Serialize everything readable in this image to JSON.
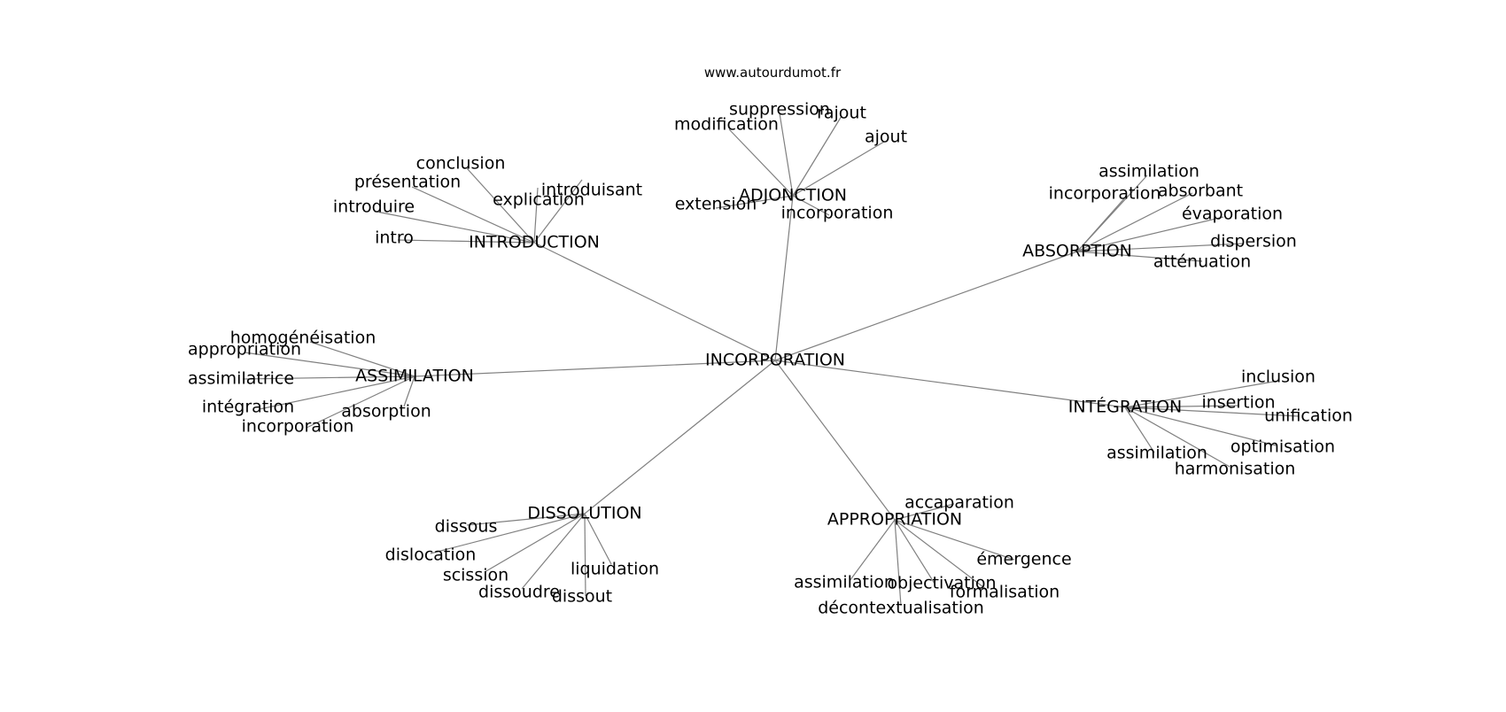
{
  "site_label": "www.autourdumot.fr",
  "colors": {
    "edge": "#808080",
    "text": "#000000",
    "background": "#ffffff"
  },
  "graph": {
    "root": "INCORPORATION",
    "hubs": [
      {
        "id": "introduction",
        "label": "INTRODUCTION",
        "leaves": [
          "conclusion",
          "présentation",
          "introduisant",
          "explication",
          "introduire",
          "intro"
        ]
      },
      {
        "id": "adjonction",
        "label": "ADJONCTION",
        "leaves": [
          "suppression",
          "rajout",
          "modification",
          "ajout",
          "extension",
          "incorporation"
        ]
      },
      {
        "id": "absorption",
        "label": "ABSORPTION",
        "leaves": [
          "assimilation",
          "incorporation",
          "absorbant",
          "évaporation",
          "dispersion",
          "atténuation"
        ]
      },
      {
        "id": "assimilation",
        "label": "ASSIMILATION",
        "leaves": [
          "homogénéisation",
          "appropriation",
          "assimilatrice",
          "intégration",
          "absorption",
          "incorporation"
        ]
      },
      {
        "id": "integration",
        "label": "INTÉGRATION",
        "leaves": [
          "inclusion",
          "insertion",
          "unification",
          "optimisation",
          "assimilation",
          "harmonisation"
        ]
      },
      {
        "id": "dissolution",
        "label": "DISSOLUTION",
        "leaves": [
          "dissous",
          "dislocation",
          "scission",
          "liquidation",
          "dissoudre",
          "dissout"
        ]
      },
      {
        "id": "appropriation",
        "label": "APPROPRIATION",
        "leaves": [
          "accaparation",
          "émergence",
          "assimilation",
          "objectivation",
          "formalisation",
          "décontextualisation"
        ]
      }
    ]
  }
}
